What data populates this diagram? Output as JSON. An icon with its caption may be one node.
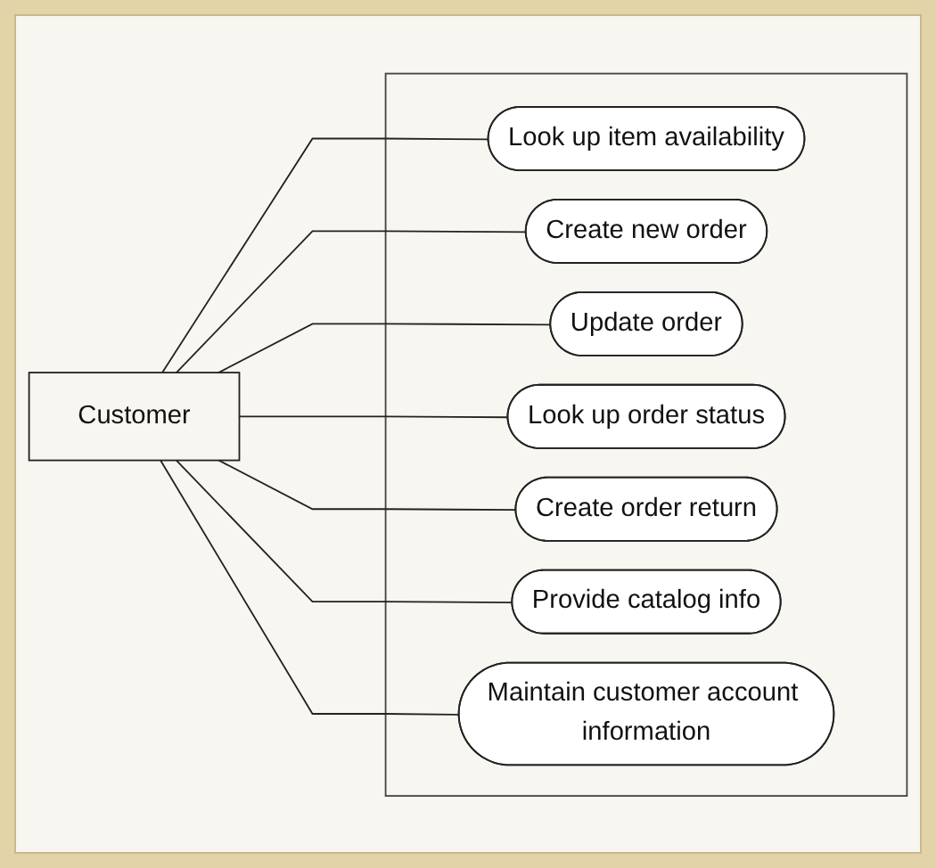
{
  "diagram": {
    "nodes": [
      {
        "text": [
          "Customer"
        ]
      },
      {
        "text": [],
        "shape": "box"
      },
      {
        "text": [
          "Look up item availability"
        ],
        "in": 1
      },
      {
        "text": [
          "Create new order"
        ],
        "in": 1
      },
      {
        "text": [
          "Update order"
        ],
        "in": 1
      },
      {
        "text": [
          "Look up order status"
        ],
        "in": 1
      },
      {
        "text": [
          "Create order return"
        ],
        "in": 1
      },
      {
        "text": [
          "Provide catalog info"
        ],
        "in": 1
      },
      {
        "text": [
          "Maintain customer account information"
        ],
        "in": 1
      }
    ],
    "edges": [
      {
        "from": 0,
        "to": 2,
        "arrow": "none"
      },
      {
        "from": 0,
        "to": 3,
        "arrow": "none"
      },
      {
        "from": 0,
        "to": 4,
        "arrow": "none"
      },
      {
        "from": 0,
        "to": 5,
        "arrow": "none"
      },
      {
        "from": 0,
        "to": 6,
        "arrow": "none"
      },
      {
        "from": 0,
        "to": 7,
        "arrow": "none"
      },
      {
        "from": 0,
        "to": 8,
        "arrow": "none"
      }
    ]
  }
}
